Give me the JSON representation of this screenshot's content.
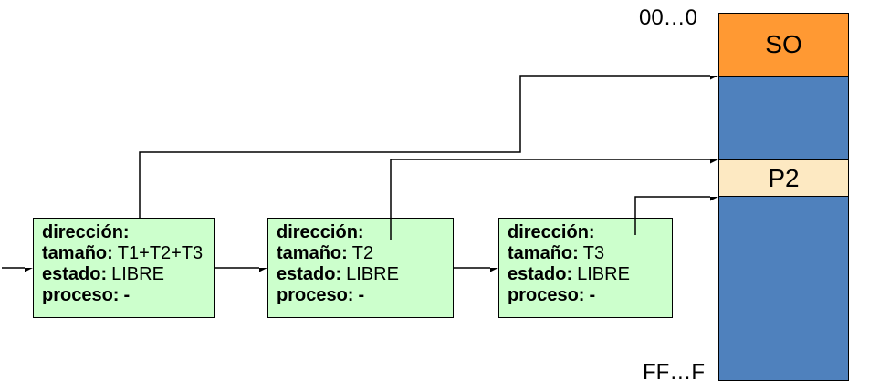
{
  "colors": {
    "node_green": "#ccffcc",
    "so_orange": "#ff9933",
    "memory_blue": "#4f81bd",
    "p2_peach": "#fde9c2",
    "wire_black": "#000000"
  },
  "memory": {
    "top_label": "00…0",
    "bottom_label": "FF…F",
    "segments": [
      {
        "name": "so",
        "label": "SO"
      },
      {
        "name": "hole1",
        "label": ""
      },
      {
        "name": "p2",
        "label": "P2"
      },
      {
        "name": "hole2",
        "label": ""
      }
    ]
  },
  "nodes": [
    {
      "rows": [
        {
          "label": "dirección:",
          "value": ""
        },
        {
          "label": "tamaño:",
          "value": "T1+T2+T3"
        },
        {
          "label": "estado:",
          "value": "LIBRE"
        },
        {
          "label": "proceso:",
          "value": "-"
        }
      ]
    },
    {
      "rows": [
        {
          "label": "dirección:",
          "value": ""
        },
        {
          "label": "tamaño:",
          "value": "T2"
        },
        {
          "label": "estado:",
          "value": "LIBRE"
        },
        {
          "label": "proceso:",
          "value": "-"
        }
      ]
    },
    {
      "rows": [
        {
          "label": "dirección:",
          "value": ""
        },
        {
          "label": "tamaño:",
          "value": "T3"
        },
        {
          "label": "estado:",
          "value": "LIBRE"
        },
        {
          "label": "proceso:",
          "value": "-"
        }
      ]
    }
  ]
}
